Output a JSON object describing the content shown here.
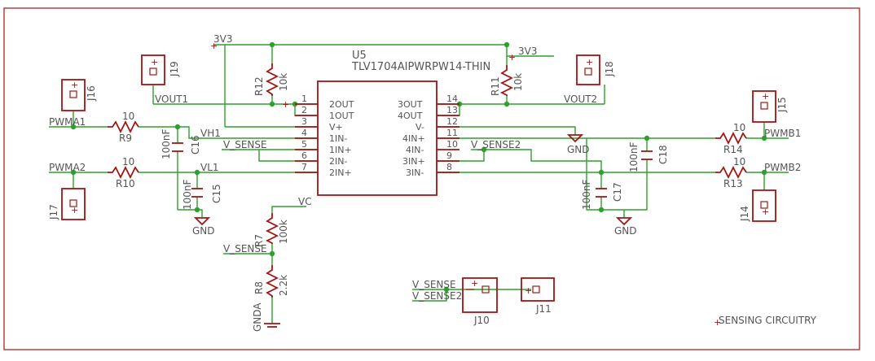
{
  "sheet": {
    "title": "SENSING CIRCUITRY"
  },
  "ic": {
    "ref": "U5",
    "value": "TLV1704AIPWRPW14-THIN",
    "left_pins": [
      {
        "num": "1",
        "name": "2OUT"
      },
      {
        "num": "2",
        "name": "1OUT"
      },
      {
        "num": "3",
        "name": "V+"
      },
      {
        "num": "4",
        "name": "1IN-"
      },
      {
        "num": "5",
        "name": "1IN+"
      },
      {
        "num": "6",
        "name": "2IN-"
      },
      {
        "num": "7",
        "name": "2IN+"
      }
    ],
    "right_pins": [
      {
        "num": "14",
        "name": "3OUT"
      },
      {
        "num": "13",
        "name": "4OUT"
      },
      {
        "num": "12",
        "name": "V-"
      },
      {
        "num": "11",
        "name": "4IN+"
      },
      {
        "num": "10",
        "name": "4IN-"
      },
      {
        "num": "9",
        "name": "3IN+"
      },
      {
        "num": "8",
        "name": "3IN-"
      }
    ]
  },
  "resistors": {
    "r12": {
      "ref": "R12",
      "value": "10k"
    },
    "r11": {
      "ref": "R11",
      "value": "10k"
    },
    "r9": {
      "ref": "R9",
      "value": "10"
    },
    "r10": {
      "ref": "R10",
      "value": "10"
    },
    "r14": {
      "ref": "R14",
      "value": "10"
    },
    "r13": {
      "ref": "R13",
      "value": "10"
    },
    "r7": {
      "ref": "R7",
      "value": "100k"
    },
    "r8": {
      "ref": "R8",
      "value": "2.2k"
    }
  },
  "capacitors": {
    "c16": {
      "ref": "C16",
      "value": "100nF"
    },
    "c15": {
      "ref": "C15",
      "value": "100nF"
    },
    "c17": {
      "ref": "C17",
      "value": "100nF"
    },
    "c18": {
      "ref": "C18",
      "value": "100nF"
    }
  },
  "connectors": {
    "j16": "J16",
    "j19": "J19",
    "j17": "J17",
    "j18": "J18",
    "j15": "J15",
    "j14": "J14",
    "j10": "J10",
    "j11": "J11"
  },
  "nets": {
    "v3v3_left": "3V3",
    "v3v3_right": "3V3",
    "vout1": "VOUT1",
    "vout2": "VOUT2",
    "pwma1": "PWMA1",
    "pwma2": "PWMA2",
    "pwmb1": "PWMB1",
    "pwmb2": "PWMB2",
    "vh1": "VH1",
    "vl1": "VL1",
    "v_sense_ic": "V_SENSE",
    "v_sense2": "V_SENSE2",
    "vc": "VC",
    "v_sense_div": "V_SENSE",
    "v_sense_j10": "V_SENSE",
    "v_sense2_j10": "V_SENSE2",
    "gnd_left": "GND",
    "gnd_mid": "GND",
    "gnd_right": "GND",
    "gnda": "GNDA"
  }
}
